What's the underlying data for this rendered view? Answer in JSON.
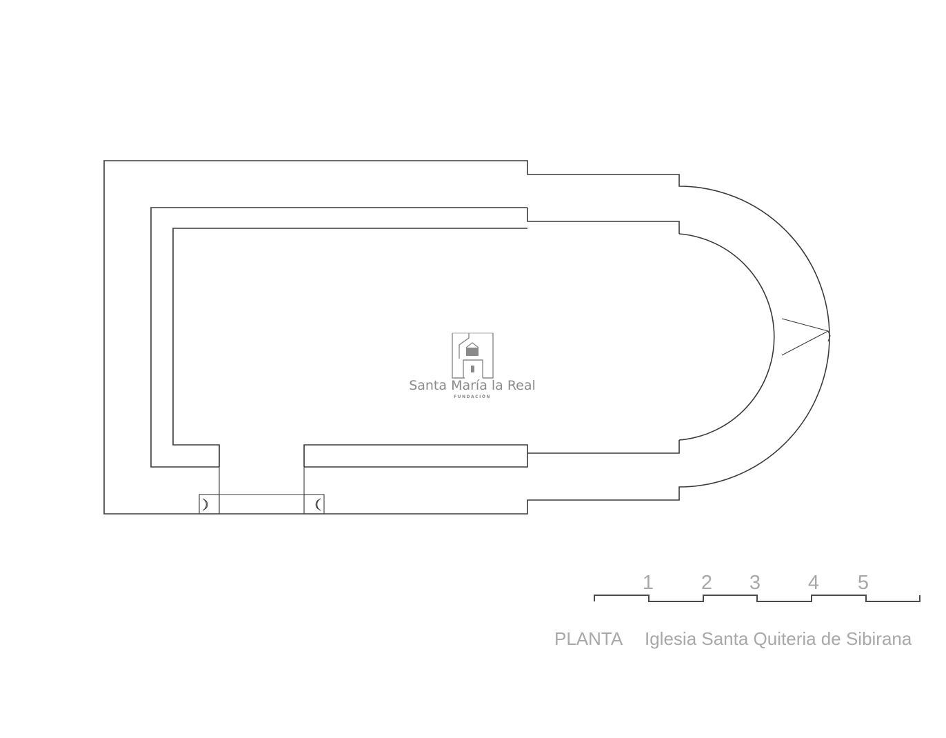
{
  "watermark": {
    "icon": "church-tower-icon",
    "name": "Santa María la Real",
    "subtitle": "FUNDACIÓN"
  },
  "scale": {
    "labels": [
      "1",
      "2",
      "3",
      "4",
      "5"
    ]
  },
  "caption": {
    "label": "PLANTA",
    "title": "Iglesia Santa Quiteria de Sibirana"
  },
  "colors": {
    "line": "#3a3a3a",
    "text": "#a8a8a8",
    "logo": "#8a8a8a"
  }
}
